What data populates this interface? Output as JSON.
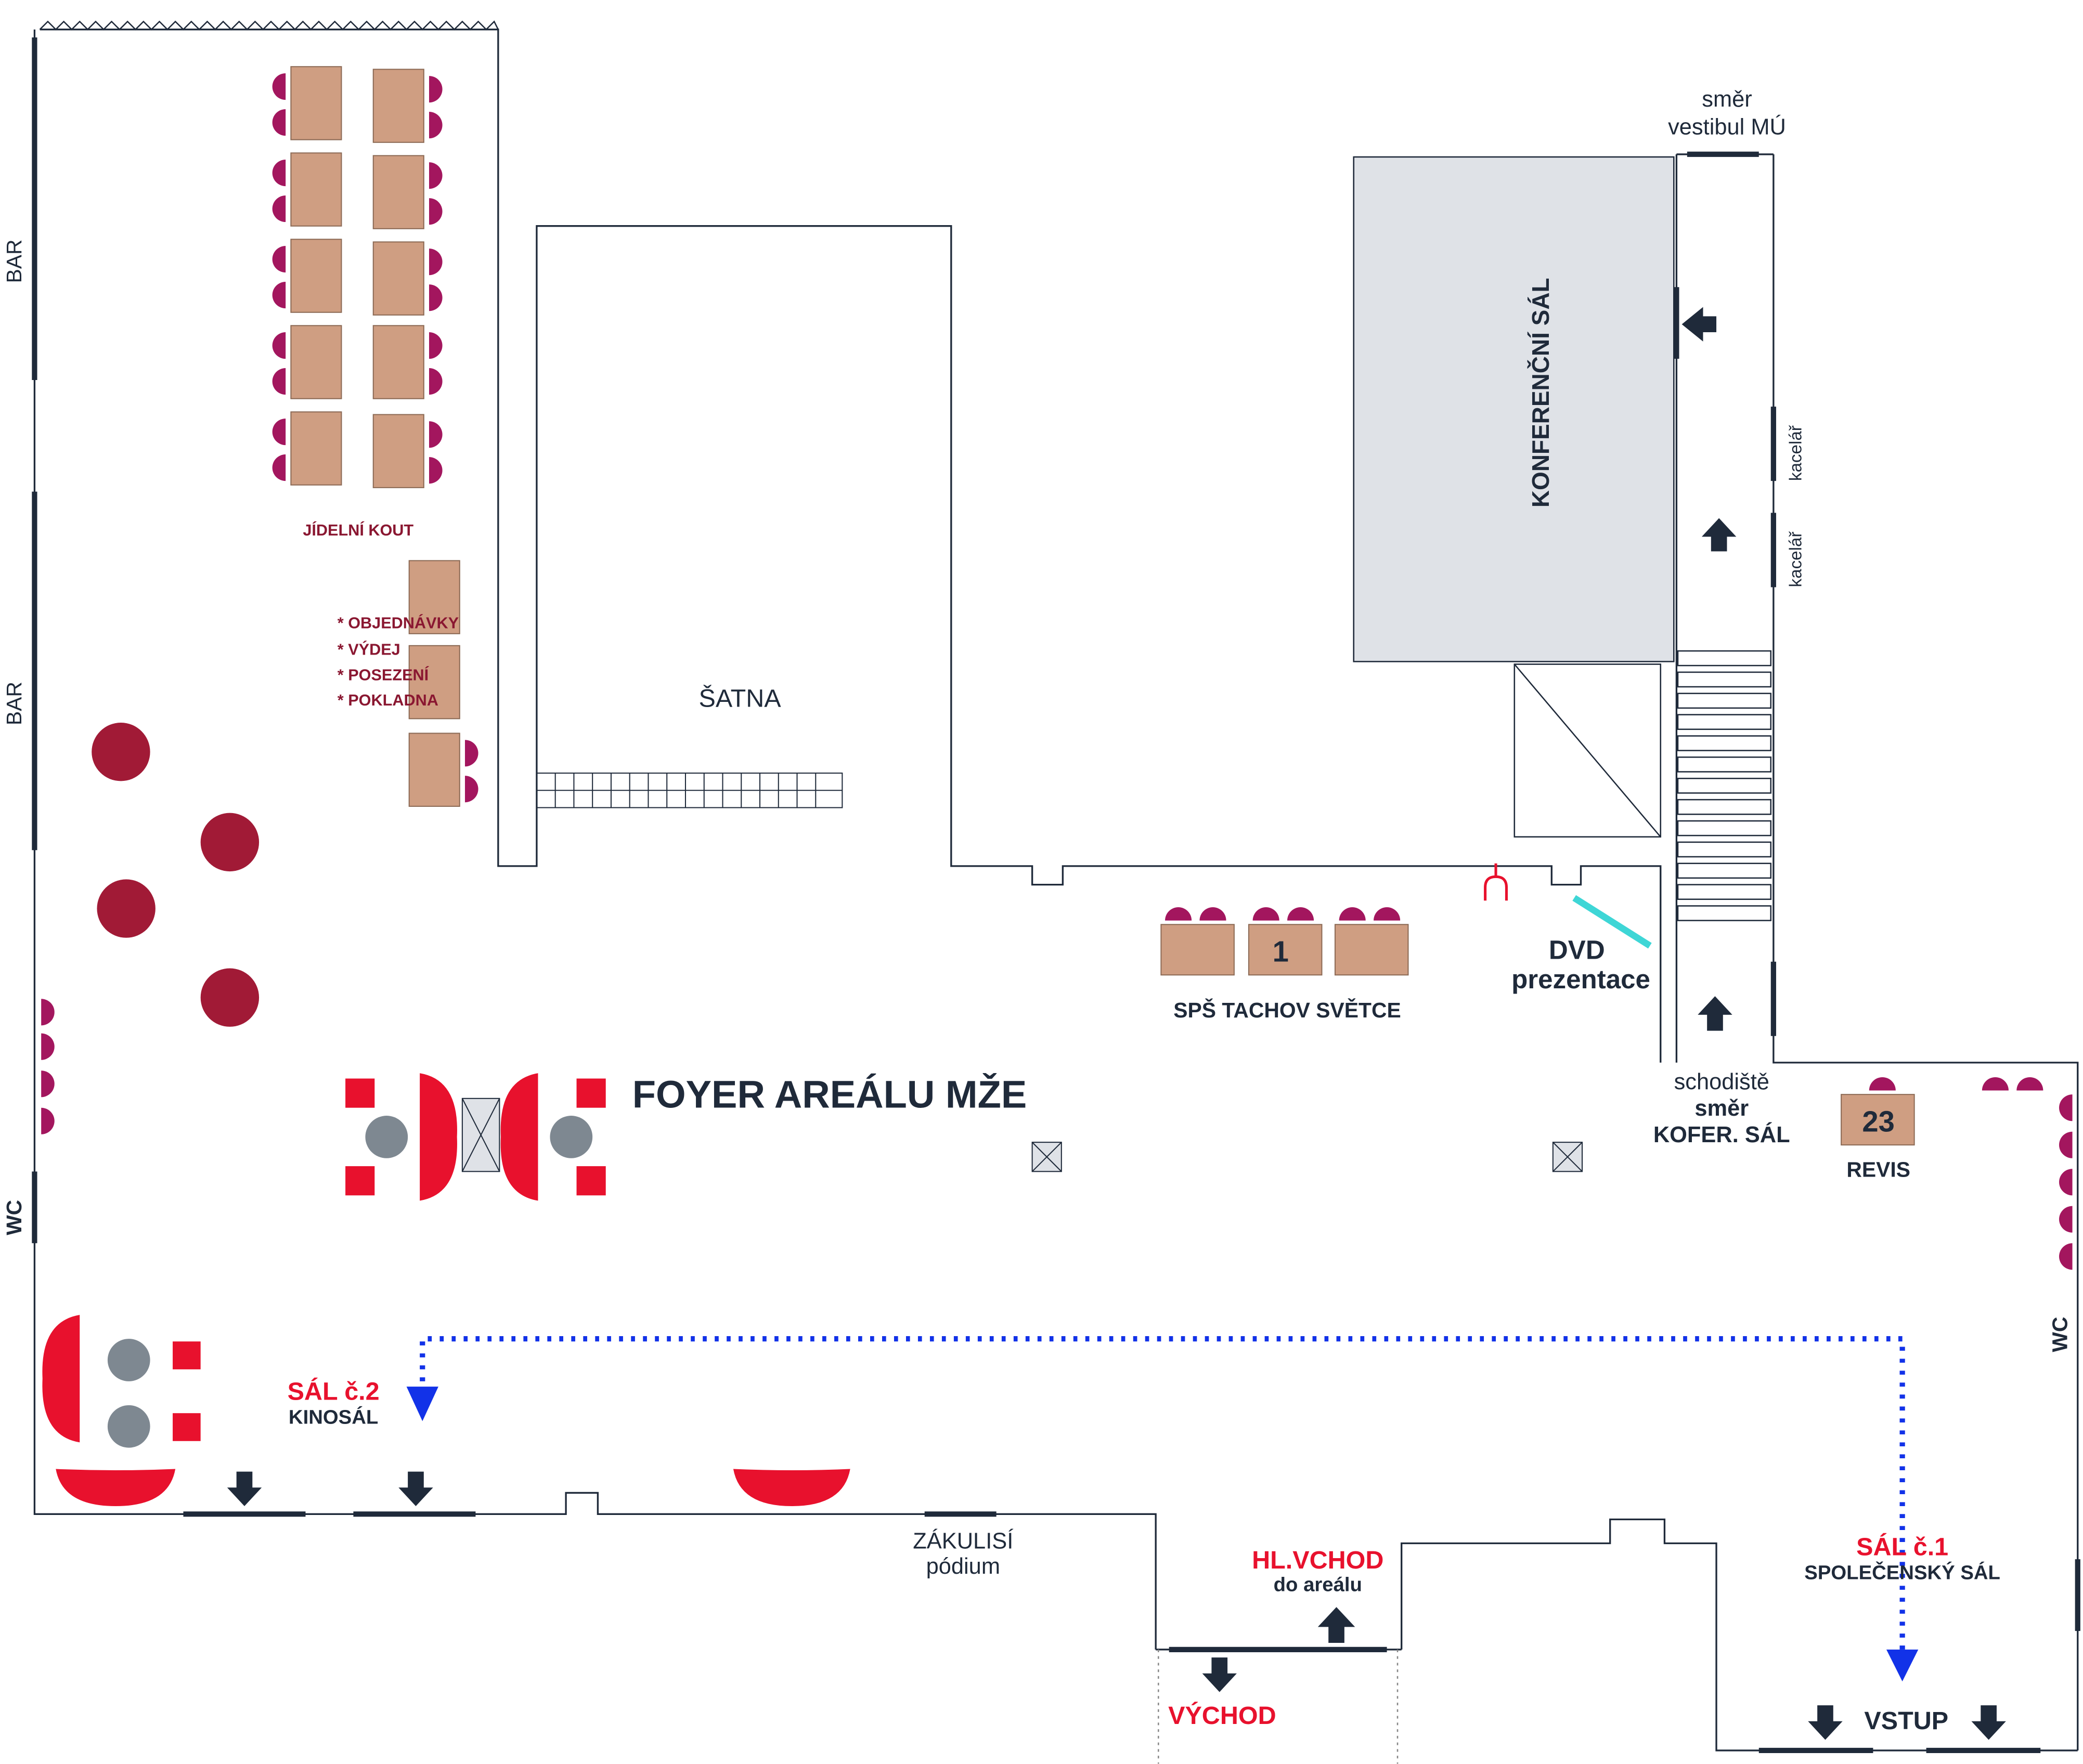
{
  "colors": {
    "wall": "#1f2a3a",
    "door": "#1f2a3a",
    "table": "#cf9e82",
    "chair_magenta": "#a3165e",
    "round_table": "#a11a36",
    "red_furniture": "#e8112d",
    "grey_circle": "#7e8891",
    "room_fill": "#dfe2e7",
    "path_blue": "#1232e8",
    "dvd_cyan": "#3ed6d6",
    "label_red": "#e8112d",
    "label_dark": "#1f2a3a",
    "label_maroon": "#8a1731"
  },
  "labels": {
    "bar_top": "BAR",
    "bar_bottom": "BAR",
    "wc_left": "WC",
    "wc_right": "WC",
    "dining": "JÍDELNÍ KOUT",
    "services": [
      "* OBJEDNÁVKY",
      "* VÝDEJ",
      "* POSEZENÍ",
      "* POKLADNA"
    ],
    "satna": "ŠATNA",
    "konferencni_sal": "KONFERENČNÍ SÁL",
    "smer_line1": "směr",
    "smer_line2": "vestibul MÚ",
    "kancelar1": "kacelář",
    "kancelar2": "kacelář",
    "dvd_line1": "DVD",
    "dvd_line2": "prezentace",
    "stand_number_1": "1",
    "stand_name_1": "SPŠ TACHOV SVĚTCE",
    "foyer": "FOYER AREÁLU MŽE",
    "schodiste": "schodiště",
    "smer2": "směr",
    "kofer": "KOFER. SÁL",
    "revis_number": "23",
    "revis": "REVIS",
    "sal2_title": "SÁL č.2",
    "sal2_sub": "KINOSÁL",
    "zakulisi": "ZÁKULISÍ",
    "podium": "pódium",
    "hl_vchod": "HL.VCHOD",
    "do_arealu": "do areálu",
    "vychod": "VÝCHOD",
    "sal1_title": "SÁL č.1",
    "sal1_sub": "SPOLEČENSKÝ SÁL",
    "vstup": "VSTUP"
  }
}
